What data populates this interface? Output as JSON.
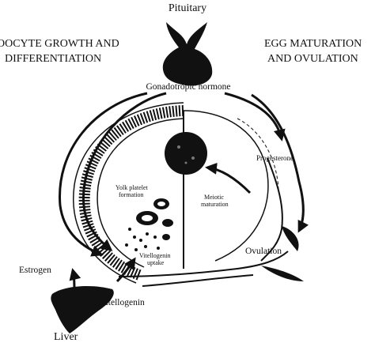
{
  "labels": {
    "pituitary": "Pituitary",
    "left_heading": [
      "OOCYTE GROWTH AND",
      "DIFFERENTIATION"
    ],
    "right_heading": [
      "EGG MATURATION",
      "AND OVULATION"
    ],
    "gonadotropic": "Gonadotropic hormone",
    "progesterone": "Progesterone",
    "meiotic": [
      "Meiotic",
      "maturation"
    ],
    "yolk": [
      "Yolk platelet",
      "formation"
    ],
    "vitellogenin_uptake": [
      "Vitellogenin",
      "uptake"
    ],
    "ovulation": "Ovulation",
    "estrogen": "Estrogen",
    "vitellogenin": "Vitellogenin",
    "liver": "Liver"
  },
  "colors": {
    "ink": "#111111",
    "paper": "#ffffff"
  }
}
